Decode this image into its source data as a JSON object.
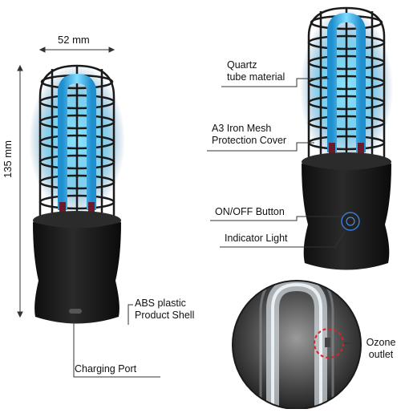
{
  "dimensions": {
    "width_label": "52 mm",
    "height_label": "135 mm"
  },
  "callouts": {
    "quartz": "Quartz\ntube material",
    "mesh": "A3 Iron Mesh\nProtection Cover",
    "on_off": "ON/OFF Button",
    "indicator": "Indicator Light",
    "shell": "ABS plastic\nProduct Shell",
    "charging": "Charging Port",
    "ozone": "Ozone\noutlet"
  },
  "colors": {
    "uv_blue": "#2fb6e8",
    "body_black": "#1c1c1c",
    "leader": "#333333"
  }
}
